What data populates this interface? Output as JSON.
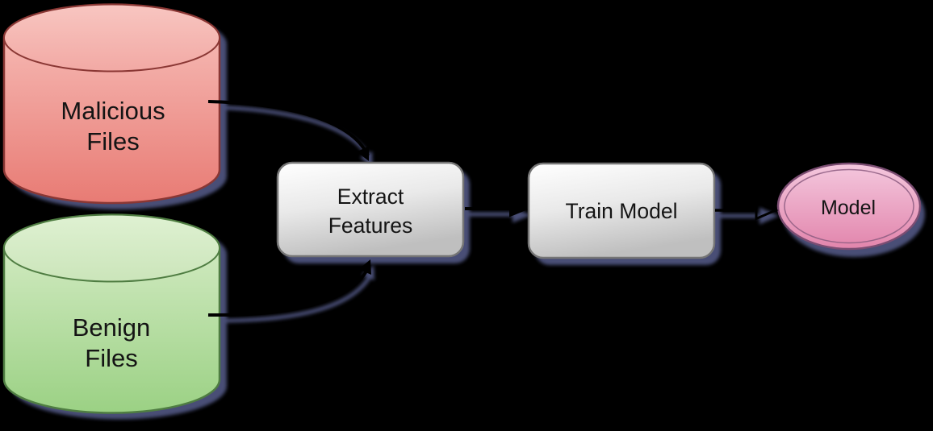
{
  "diagram": {
    "background": "#000000",
    "arrow_color": "#000000",
    "shadow_color": "#4d527d",
    "nodes": {
      "malicious_files": {
        "shape": "cylinder",
        "label": [
          "Malicious",
          "Files"
        ],
        "fill_top": "#f8c2bd",
        "fill_bottom": "#e87b74",
        "top_face_light": "#f8c6c1",
        "top_face_dark": "#f2a9a4",
        "border": "#8a3734"
      },
      "benign_files": {
        "shape": "cylinder",
        "label": [
          "Benign",
          "Files"
        ],
        "fill_top": "#daeecb",
        "fill_bottom": "#9bd184",
        "top_face_light": "#dff1d2",
        "top_face_dark": "#cbe5ba",
        "border": "#4f7d42"
      },
      "extract_features": {
        "shape": "rounded-rectangle",
        "label": [
          "Extract",
          "Features"
        ],
        "fill_top": "#ffffff",
        "fill_bottom": "#bfbfbf",
        "border": "#757575"
      },
      "train_model": {
        "shape": "rounded-rectangle",
        "label": [
          "Train Model"
        ],
        "fill_top": "#ffffff",
        "fill_bottom": "#bfbfbf",
        "border": "#757575"
      },
      "model": {
        "shape": "ellipse",
        "label": [
          "Model"
        ],
        "fill_top": "#f4c8de",
        "fill_bottom": "#e285ac",
        "border": "#7b4d72"
      }
    },
    "edges": [
      {
        "from": "malicious_files",
        "to": "extract_features",
        "style": "curved",
        "arrowhead": "filled"
      },
      {
        "from": "benign_files",
        "to": "extract_features",
        "style": "curved",
        "arrowhead": "filled"
      },
      {
        "from": "extract_features",
        "to": "train_model",
        "style": "straight",
        "arrowhead": "filled"
      },
      {
        "from": "train_model",
        "to": "model",
        "style": "straight",
        "arrowhead": "open"
      }
    ]
  }
}
